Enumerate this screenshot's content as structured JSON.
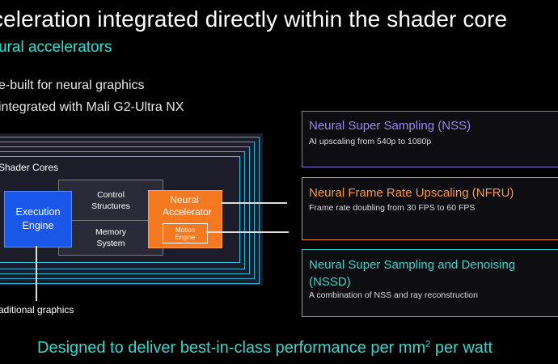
{
  "header": {
    "title": "celeration integrated directly within the shader core",
    "subtitle": "ural accelerators"
  },
  "bullets": [
    "e-built for neural graphics",
    "integrated with Mali G2-Ultra NX"
  ],
  "diagram": {
    "cores_label": "Shader Cores",
    "execution_engine": "Execution Engine",
    "control_structures": "Control Structures",
    "memory_system": "Memory System",
    "neural_accelerator": "Neural Accelerator",
    "motion_engine": "Motion Engine",
    "traditional_label": "aditional graphics"
  },
  "cards": [
    {
      "title": "Neural Super Sampling (NSS)",
      "desc": "AI upscaling from 540p to 1080p",
      "color": "#8b72e6"
    },
    {
      "title": "Neural Frame Rate Upscaling (NFRU)",
      "desc": "Frame rate doubling from 30 FPS to 60 FPS",
      "color": "#f0892d"
    },
    {
      "title_line1": "Neural Super Sampling and Denoising",
      "title_line2": "(NSSD)",
      "desc": "A combination of NSS and ray reconstruction",
      "color": "#30c9c0"
    }
  ],
  "footer": {
    "text_before": "Designed to deliver best-in-class performance per mm",
    "superscript": "2",
    "text_after": " per watt"
  }
}
